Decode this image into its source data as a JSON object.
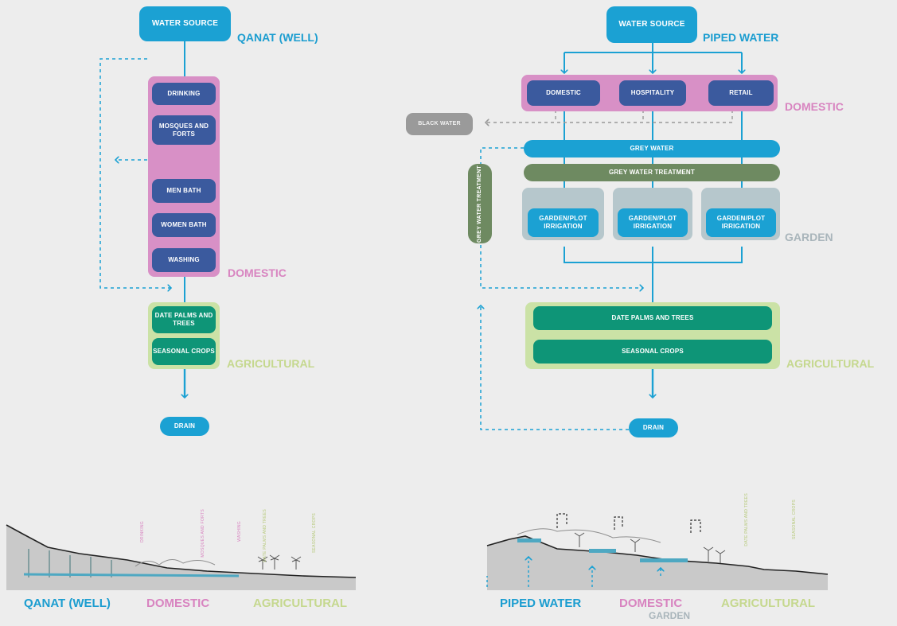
{
  "left": {
    "source": "WATER SOURCE",
    "source_type": "QANAT (WELL)",
    "domestic_uses": [
      "DRINKING",
      "MOSQUES AND FORTS",
      "MEN BATH",
      "WOMEN BATH",
      "WASHING"
    ],
    "domestic_label": "DOMESTIC",
    "agri_uses": [
      "DATE PALMS AND TREES",
      "SEASONAL CROPS"
    ],
    "agri_label": "AGRICULTURAL",
    "drain": "DRAIN"
  },
  "right": {
    "source": "WATER SOURCE",
    "source_type": "PIPED WATER",
    "domestic_uses": [
      "DOMESTIC",
      "HOSPITALITY",
      "RETAIL"
    ],
    "domestic_label": "DOMESTIC",
    "black_water": "BLACK WATER",
    "grey_water": "GREY WATER",
    "grey_water_treatment": "GREY WATER TREATMENT",
    "grey_water_treatment_vertical": "GREY WATER TREATMENT",
    "garden_uses": [
      "GARDEN/PLOT IRRIGATION",
      "GARDEN/PLOT IRRIGATION",
      "GARDEN/PLOT IRRIGATION"
    ],
    "garden_label": "GARDEN",
    "agri_uses": [
      "DATE PALMS AND TREES",
      "SEASONAL CROPS"
    ],
    "agri_label": "AGRICULTURAL",
    "drain": "DRAIN"
  },
  "section_left": {
    "labels": [
      "QANAT (WELL)",
      "DOMESTIC",
      "AGRICULTURAL"
    ],
    "tags": [
      "DRINKING",
      "MOSQUES AND FORTS",
      "WASHING",
      "DATE PALMS AND TREES",
      "SEASONAL CROPS"
    ]
  },
  "section_right": {
    "labels": [
      "PIPED WATER",
      "DOMESTIC",
      "GARDEN",
      "AGRICULTURAL"
    ],
    "tags": [
      "DATE PALMS AND TREES",
      "SEASONAL CROPS"
    ]
  },
  "colors": {
    "water": "#1ba1d3",
    "domestic": "#d890c6",
    "agricultural": "#cbe2a6",
    "navy_box": "#3b5a9e",
    "teal_box": "#0e9577",
    "treatment": "#6e8a61",
    "garden": "#b6c7cc"
  }
}
